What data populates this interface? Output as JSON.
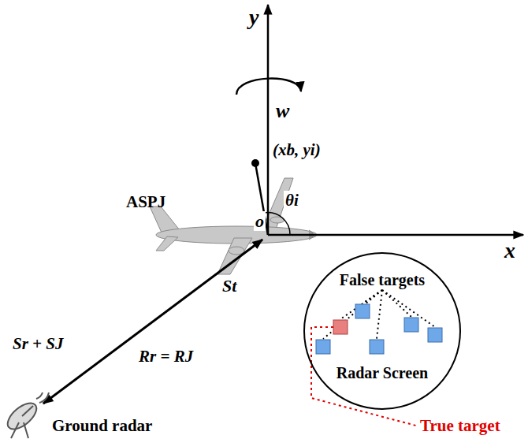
{
  "diagram": {
    "nodes": [
      {
        "text": [
          "False targets",
          "Radar Screen"
        ]
      }
    ],
    "labels": [
      "y",
      "x",
      "w",
      "(xb, yi)",
      "θi",
      "ASPJ",
      "o",
      "St",
      "Sr + SJ",
      "Rr = RJ",
      "Ground radar",
      "True target"
    ]
  }
}
